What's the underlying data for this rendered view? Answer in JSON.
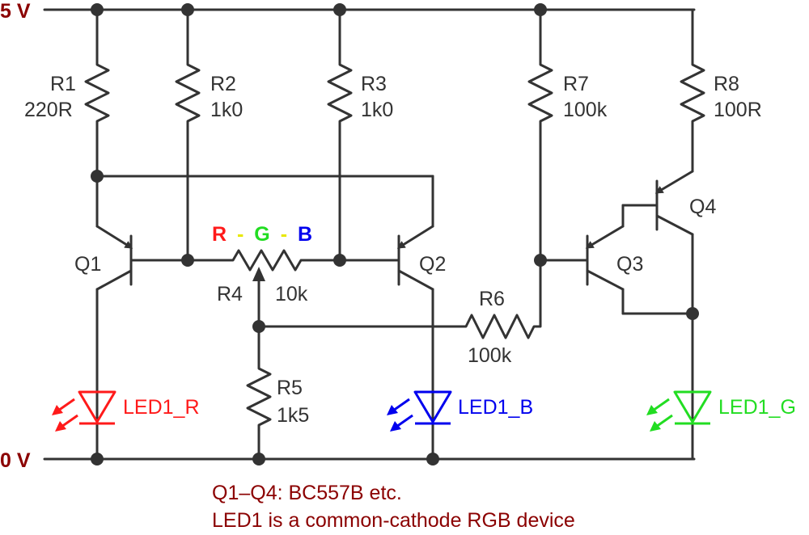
{
  "rails": {
    "supply": "5 V",
    "ground": "0 V"
  },
  "resistors": [
    {
      "name": "R1",
      "value": "220R"
    },
    {
      "name": "R2",
      "value": "1k0"
    },
    {
      "name": "R3",
      "value": "1k0"
    },
    {
      "name": "R4",
      "value": "10k"
    },
    {
      "name": "R5",
      "value": "1k5"
    },
    {
      "name": "R6",
      "value": "100k"
    },
    {
      "name": "R7",
      "value": "100k"
    },
    {
      "name": "R8",
      "value": "100R"
    }
  ],
  "transistors": [
    "Q1",
    "Q2",
    "Q3",
    "Q4"
  ],
  "pot_scale": {
    "r": "R",
    "g": "G",
    "b": "B",
    "sep1": "-",
    "sep2": "-"
  },
  "leds": [
    {
      "name": "LED1_R",
      "color": "#ff1a1a"
    },
    {
      "name": "LED1_B",
      "color": "#0000ee"
    },
    {
      "name": "LED1_G",
      "color": "#22dd22"
    }
  ],
  "colors": {
    "wire": "#333333",
    "rail_label": "#8b0000",
    "red": "#ff1a1a",
    "green": "#22dd22",
    "blue": "#0000ee",
    "separator": "#e8e800"
  },
  "notes": [
    "Q1–Q4: BC557B etc.",
    "LED1 is a common-cathode RGB device"
  ]
}
